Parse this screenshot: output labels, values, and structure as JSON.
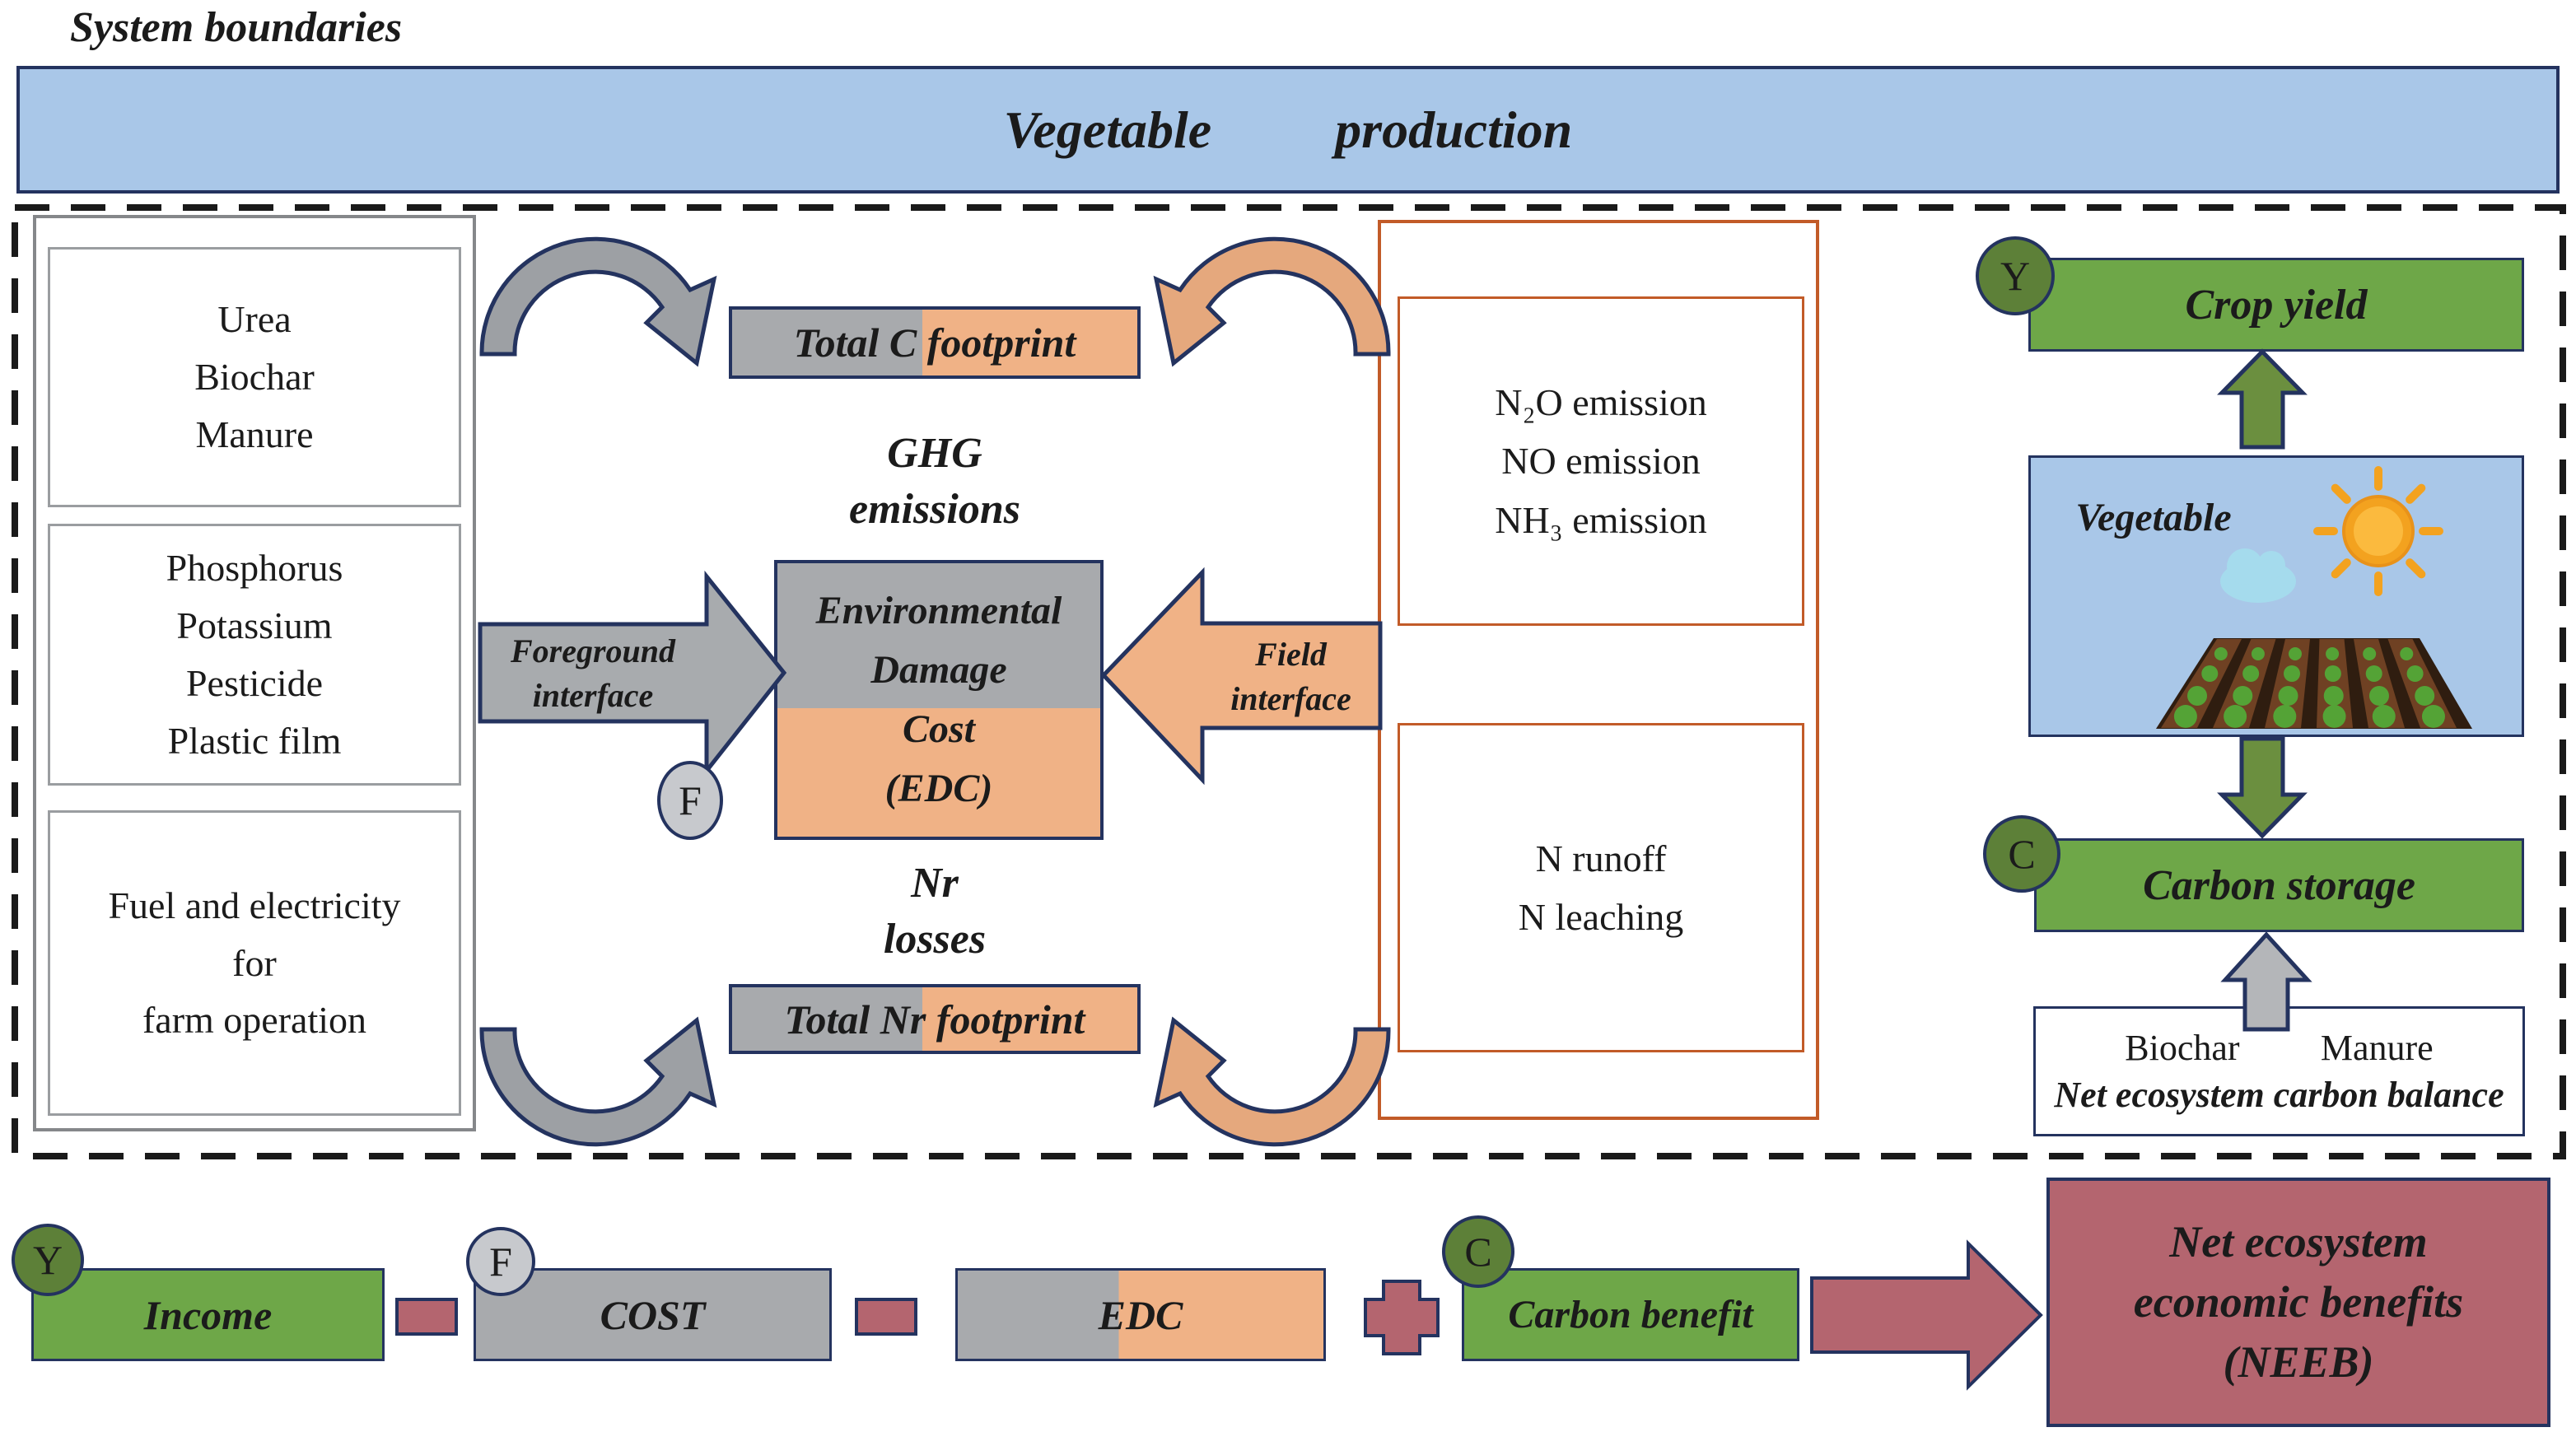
{
  "title": "System boundaries",
  "banner": {
    "label_a": "Vegetable",
    "label_b": "production"
  },
  "inputs_panel": {
    "fertilizers": "Urea\nBiochar\nManure",
    "agrochemicals": "Phosphorus\nPotassium\nPesticide\nPlastic film",
    "energy": "Fuel and electricity\nfor\nfarm operation"
  },
  "footprints": {
    "total_c": "Total C footprint",
    "ghg": "GHG\nemissions",
    "edc": "Environmental\nDamage\nCost\n(EDC)",
    "nr": "Nr\nlosses",
    "total_nr": "Total Nr footprint"
  },
  "interfaces": {
    "foreground": "Foreground\ninterface",
    "foreground_tag": "F",
    "field": "Field\ninterface"
  },
  "emissions_panel": {
    "air": "N₂O emission\nNO emission\nNH₃ emission",
    "water": "N runoff\nN leaching"
  },
  "crop_panel": {
    "yield_tag": "Y",
    "yield_label": "Crop yield",
    "vegetable_label": "Vegetable",
    "storage_tag": "C",
    "storage_label": "Carbon storage",
    "balance_item_a": "Biochar",
    "balance_item_b": "Manure",
    "balance_label": "Net ecosystem carbon balance"
  },
  "equation": {
    "income_tag": "Y",
    "income": "Income",
    "cost_tag": "F",
    "cost": "COST",
    "edc": "EDC",
    "benefit_tag": "C",
    "carbon_benefit": "Carbon benefit",
    "neeb": "Net ecosystem\neconomic benefits\n(NEEB)"
  },
  "colors": {
    "navy": "#24335f",
    "banner_blue": "#a9c7e8",
    "panel_gray_border": "#85878a",
    "box_gray": "#a8aaad",
    "box_orange": "#f0b286",
    "orange_border": "#c25b28",
    "green": "#6ea748",
    "olive_circle": "#5d8038",
    "arrow_green": "#6b8f3f",
    "arrow_gray": "#a8abae",
    "arrow_ltgray": "#b4b6b9",
    "arch_gray": "#9da0a4",
    "arch_orange": "#e5a87d",
    "light_gray_circle": "#c7c9cd",
    "maroon": "#b4656f",
    "soil_dark": "#2f1d10",
    "soil_brown": "#6f4123",
    "crop_green": "#54a336",
    "sun_orange": "#f3a21f",
    "sun_core": "#fbba3e",
    "cloud_blue": "#a5dbed"
  }
}
